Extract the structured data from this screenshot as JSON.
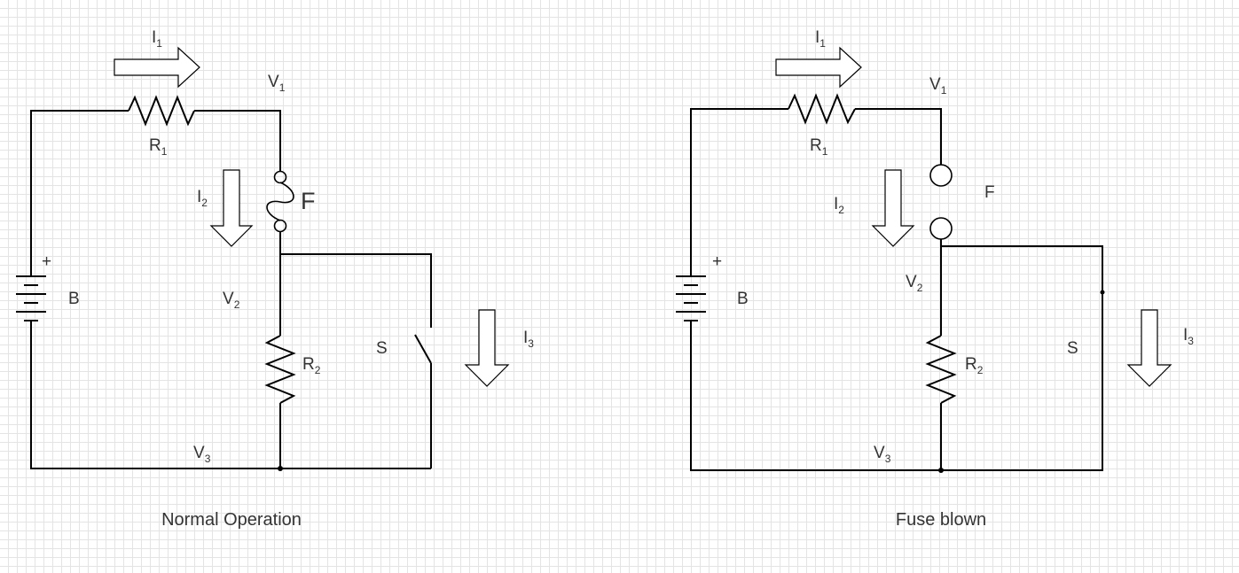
{
  "panels": [
    {
      "caption": "Normal Operation",
      "labels": {
        "I1": "I",
        "I1_sub": "1",
        "V1": "V",
        "V1_sub": "1",
        "R1": "R",
        "R1_sub": "1",
        "I2": "I",
        "I2_sub": "2",
        "F": "F",
        "plus": "+",
        "B": "B",
        "V2": "V",
        "V2_sub": "2",
        "R2": "R",
        "R2_sub": "2",
        "S": "S",
        "I3": "I",
        "I3_sub": "3",
        "V3": "V",
        "V3_sub": "3"
      }
    },
    {
      "caption": "Fuse blown",
      "labels": {
        "I1": "I",
        "I1_sub": "1",
        "V1": "V",
        "V1_sub": "1",
        "R1": "R",
        "R1_sub": "1",
        "I2": "I",
        "I2_sub": "2",
        "F": "F",
        "plus": "+",
        "B": "B",
        "V2": "V",
        "V2_sub": "2",
        "R2": "R",
        "R2_sub": "2",
        "S": "S",
        "I3": "I",
        "I3_sub": "3",
        "V3": "V",
        "V3_sub": "3"
      }
    }
  ]
}
